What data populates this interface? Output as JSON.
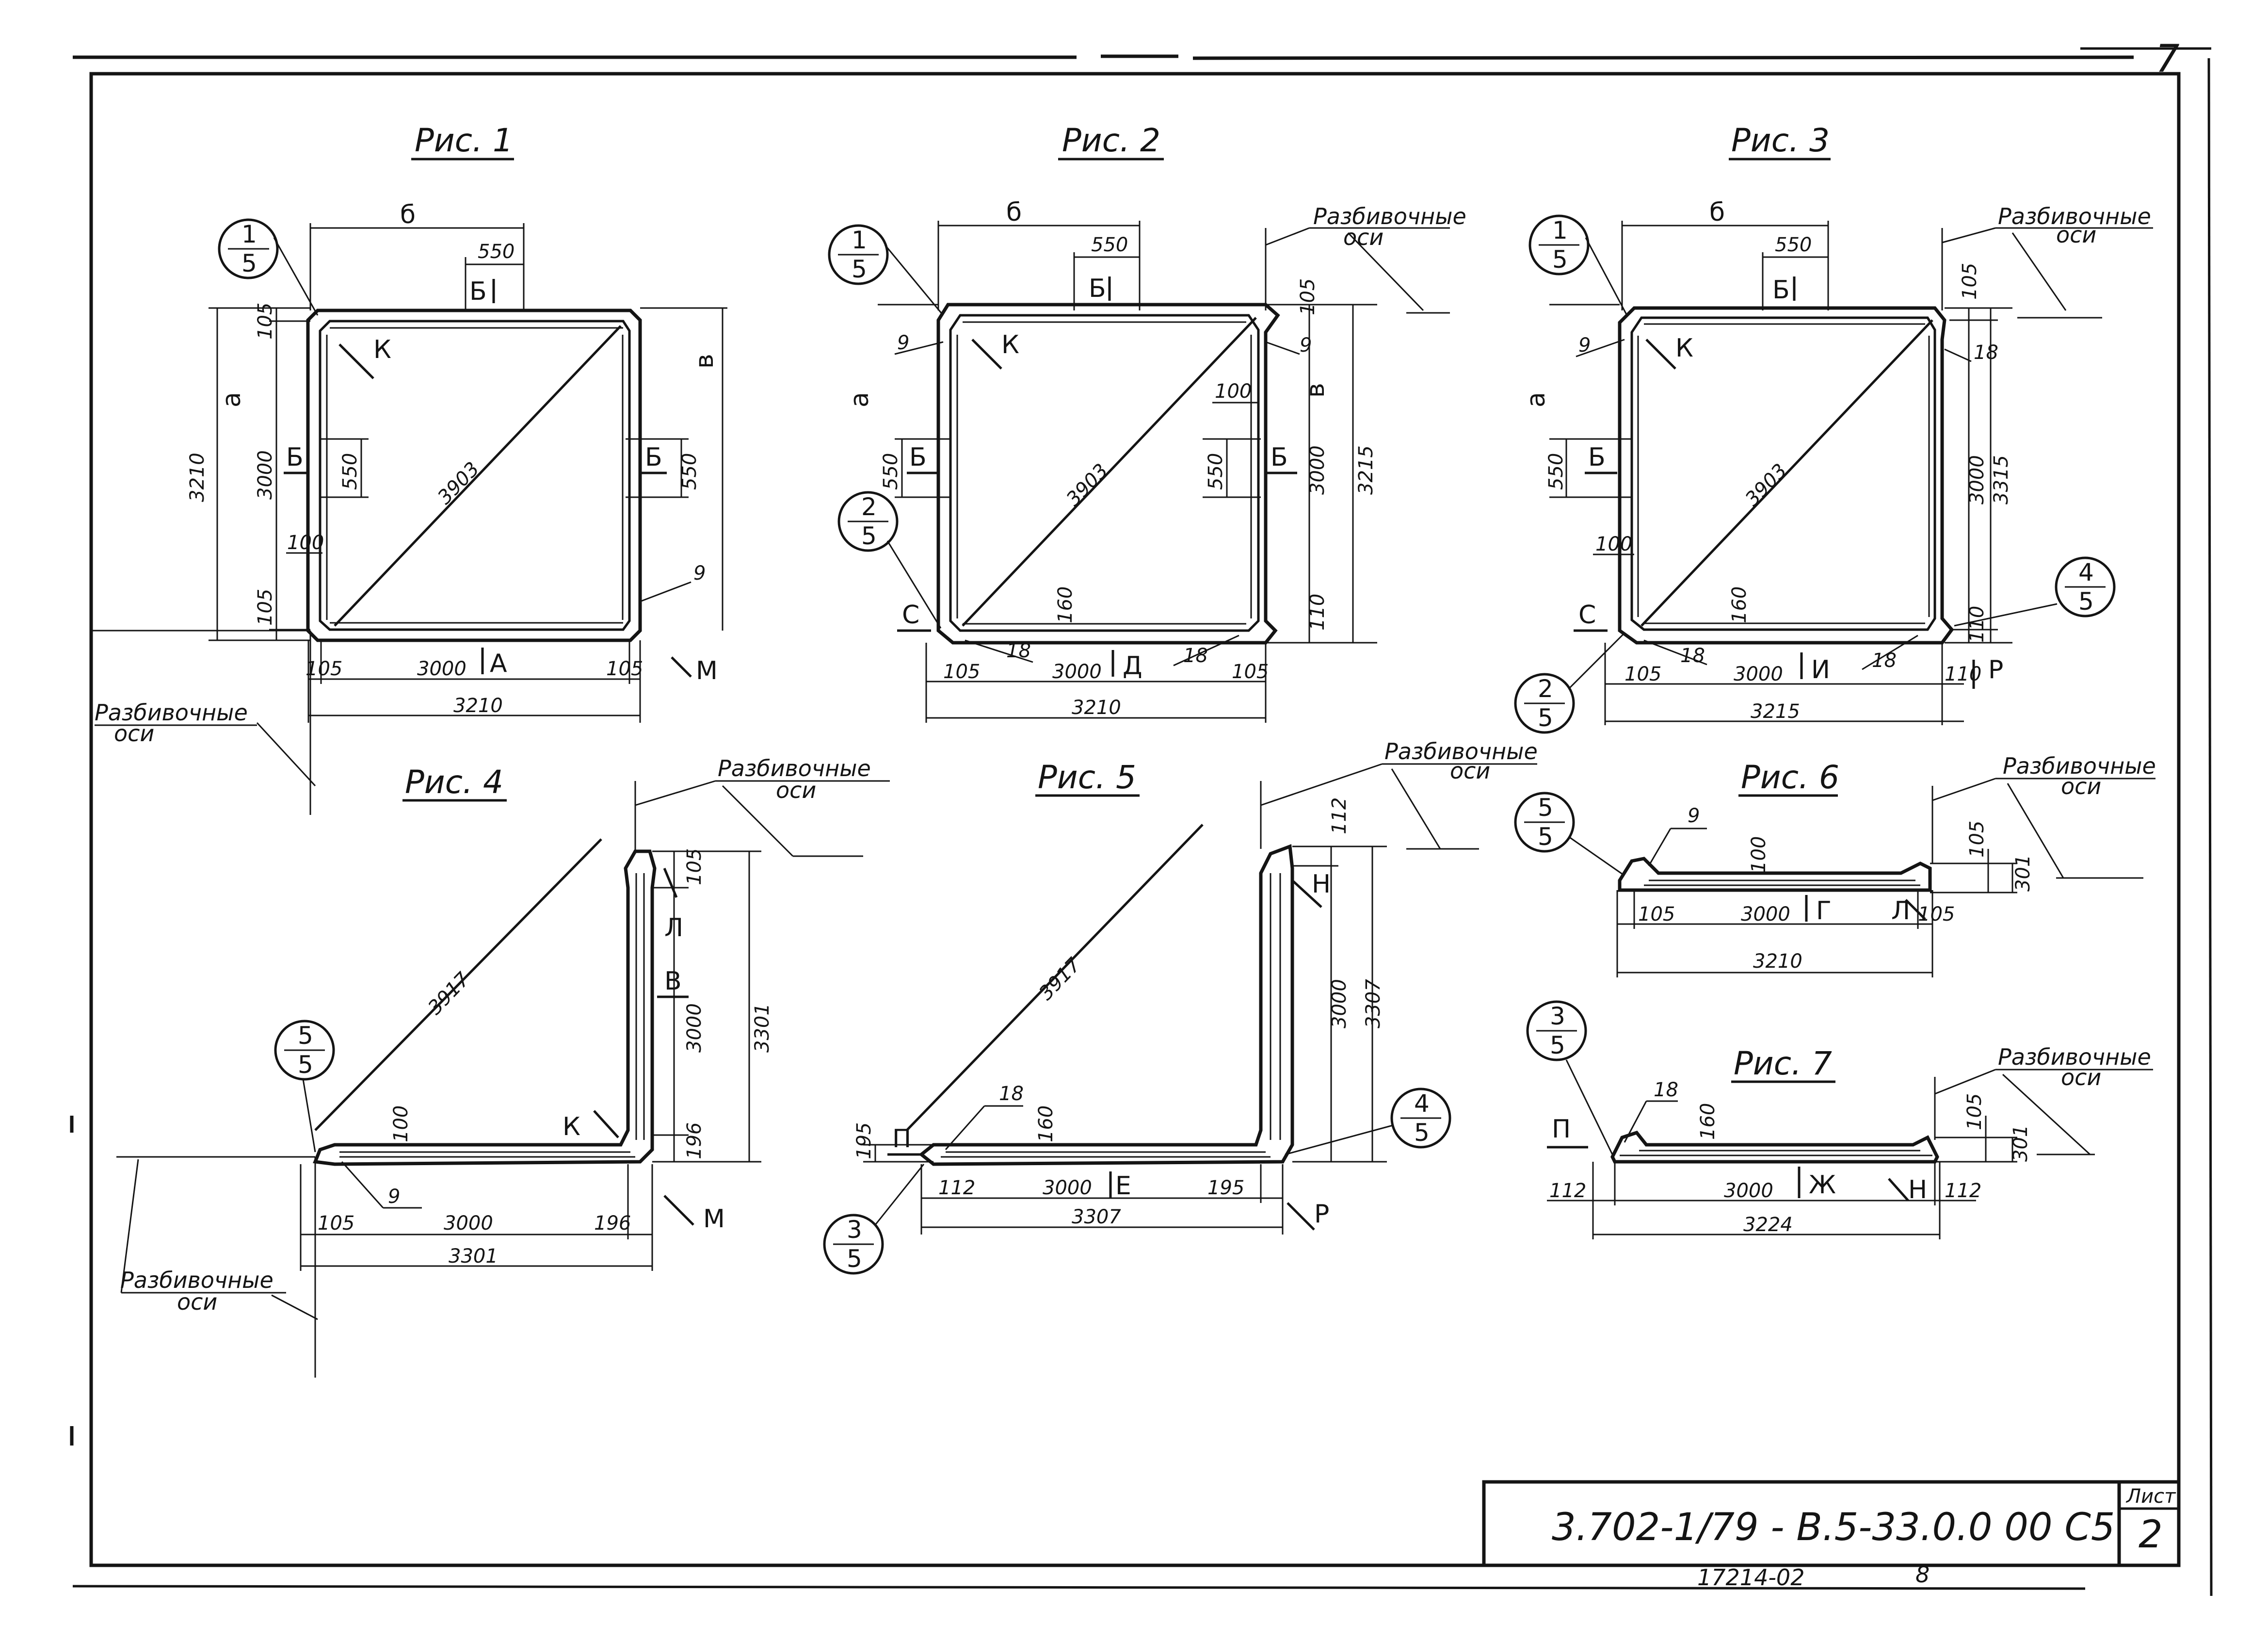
{
  "drawing": {
    "code": "3.702-1/79 - В.5-33.0.0 00 С5",
    "sheet_label": "Лист",
    "sheet_no": "2",
    "archive_no": "17214-02",
    "archive_suffix": "8",
    "corner_no": "7"
  },
  "fig1": {
    "title": "Рис. 1",
    "dim_top": "б",
    "dim_550_top": "550",
    "mark_b_top": "Б",
    "circle_num": "1",
    "circle_den": "5",
    "dim_a": "а",
    "dim_v": "в",
    "dim_left_total": "3210",
    "dim_left_105t": "105",
    "dim_left_3000": "3000",
    "dim_left_105b": "105",
    "dim_550_left": "550",
    "mark_b_left": "Б",
    "dim_550_right": "550",
    "mark_b_right": "Б",
    "mark_k": "К",
    "diag": "3903",
    "dim_100": "100",
    "dim_9": "9",
    "bottom_105l": "105",
    "bottom_3000": "3000",
    "bottom_105r": "105",
    "bottom_total": "3210",
    "mark_a": "А",
    "mark_m": "М",
    "axes_label": "Разбивочные",
    "axes_label2": "оси"
  },
  "fig2": {
    "title": "Рис. 2",
    "dim_top": "б",
    "dim_550_top": "550",
    "mark_b_top": "Б",
    "c1_num": "1",
    "c1_den": "5",
    "c2_num": "2",
    "c2_den": "5",
    "dim_a": "а",
    "dim_v": "в",
    "dim_9_left": "9",
    "dim_9_right": "9",
    "mark_k": "К",
    "dim_550_left": "550",
    "mark_b_left": "Б",
    "dim_550_right": "550",
    "mark_b_right": "Б",
    "diag": "3903",
    "dim_100": "100",
    "dim_160": "160",
    "right_3000": "3000",
    "right_105": "105",
    "right_110": "110",
    "right_total": "3215",
    "mark_c": "С",
    "dim_18l": "18",
    "dim_18r": "18",
    "bottom_105l": "105",
    "bottom_3000": "3000",
    "bottom_105r": "105",
    "bottom_total": "3210",
    "mark_d": "Д",
    "axes_label": "Разбивочные",
    "axes_label2": "оси"
  },
  "fig3": {
    "title": "Рис. 3",
    "dim_top": "б",
    "dim_550_top": "550",
    "mark_b_top": "Б",
    "c1_num": "1",
    "c1_den": "5",
    "c2_num": "2",
    "c2_den": "5",
    "c4_num": "4",
    "c4_den": "5",
    "dim_a": "а",
    "dim_9": "9",
    "mark_k": "К",
    "dim_550_left": "550",
    "mark_b_left": "Б",
    "diag": "3903",
    "dim_100": "100",
    "dim_160": "160",
    "dim_18_right": "18",
    "right_3000": "3000",
    "right_105": "105",
    "right_110": "110",
    "right_total": "3315",
    "mark_c": "С",
    "dim_18l": "18",
    "dim_18r": "18",
    "bottom_105": "105",
    "bottom_3000": "3000",
    "bottom_110": "110",
    "bottom_total": "3215",
    "mark_i": "И",
    "mark_r": "Р",
    "axes_label": "Разбивочные",
    "axes_label2": "оси"
  },
  "fig4": {
    "title": "Рис. 4",
    "c_num": "5",
    "c_den": "5",
    "diag": "3917",
    "dim_100": "100",
    "dim_9": "9",
    "right_105": "105",
    "right_3000": "3000",
    "right_196": "196",
    "right_total": "3301",
    "mark_l": "Л",
    "mark_v": "В",
    "mark_k": "К",
    "mark_m": "М",
    "bottom_105": "105",
    "bottom_3000": "3000",
    "bottom_196": "196",
    "bottom_total": "3301",
    "axes_label_top": "Разбивочные",
    "axes_label_top2": "оси",
    "axes_label_bot": "Разбивочные",
    "axes_label_bot2": "оси"
  },
  "fig5": {
    "title": "Рис. 5",
    "c3_num": "3",
    "c3_den": "5",
    "c4_num": "4",
    "c4_den": "5",
    "diag": "3917",
    "dim_18": "18",
    "dim_160": "160",
    "dim_195l": "195",
    "right_112": "112",
    "right_3000": "3000",
    "right_total": "3307",
    "mark_n": "Н",
    "mark_p": "П",
    "mark_e": "Е",
    "mark_r": "Р",
    "bottom_112": "112",
    "bottom_3000": "3000",
    "bottom_195": "195",
    "bottom_total": "3307",
    "axes_label": "Разбивочные",
    "axes_label2": "оси"
  },
  "fig6": {
    "title": "Рис. 6",
    "c_num": "5",
    "c_den": "5",
    "dim_9": "9",
    "dim_100": "100",
    "dim_105v": "105",
    "dim_301": "301",
    "bottom_105l": "105",
    "bottom_3000": "3000",
    "bottom_105r": "105",
    "bottom_total": "3210",
    "mark_g": "Г",
    "mark_l": "Л",
    "axes_label": "Разбивочные",
    "axes_label2": "оси"
  },
  "fig7": {
    "title": "Рис. 7",
    "c_num": "3",
    "c_den": "5",
    "dim_18": "18",
    "dim_160": "160",
    "dim_105v": "105",
    "dim_301": "301",
    "bottom_112l": "112",
    "bottom_3000": "3000",
    "bottom_112r": "112",
    "bottom_total": "3224",
    "mark_p": "П",
    "mark_zh": "Ж",
    "mark_n": "Н",
    "axes_label": "Разбивочные",
    "axes_label2": "оси"
  }
}
